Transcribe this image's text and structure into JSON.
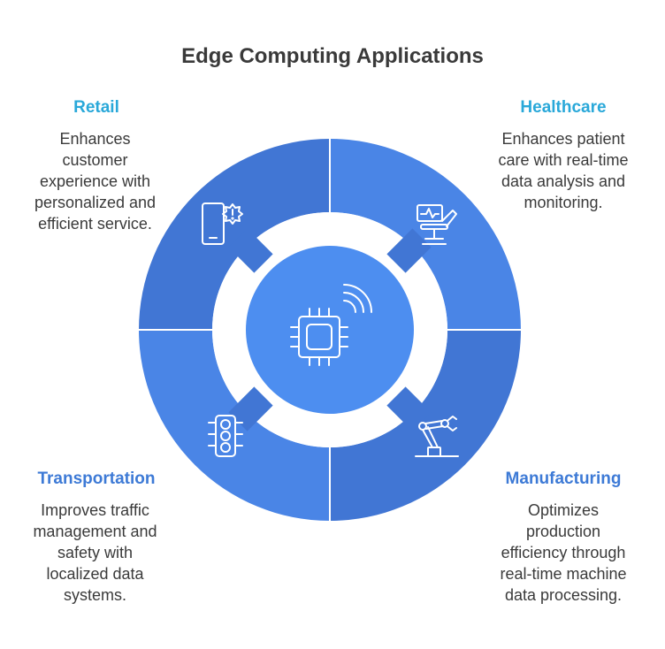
{
  "title": "Edge Computing Applications",
  "colors": {
    "ring_dark": "#4176d4",
    "ring_light": "#4a85e6",
    "center": "#4d8ef0",
    "retail_heading": "#29a8d9",
    "healthcare_heading": "#29a8d9",
    "transportation_heading": "#3d7ad6",
    "manufacturing_heading": "#3d7ad6",
    "text": "#3a3a3a"
  },
  "center": {
    "icon": "chip-wireless-icon"
  },
  "quadrants": {
    "retail": {
      "heading": "Retail",
      "description": "Enhances customer experience with personalized and efficient service.",
      "lines": [
        "Enhances",
        "customer",
        "experience with",
        "personalized and",
        "efficient service."
      ],
      "icon": "smartphone-alert-icon"
    },
    "healthcare": {
      "heading": "Healthcare",
      "description": "Enhances patient care with real-time data analysis and monitoring.",
      "lines": [
        "Enhances patient",
        "care with real-time",
        "data analysis and",
        "monitoring."
      ],
      "icon": "medical-monitor-icon"
    },
    "transportation": {
      "heading": "Transportation",
      "description": "Improves traffic management and safety with localized data systems.",
      "lines": [
        "Improves traffic",
        "management and",
        "safety with",
        "localized data",
        "systems."
      ],
      "icon": "traffic-light-icon"
    },
    "manufacturing": {
      "heading": "Manufacturing",
      "description": "Optimizes production efficiency through real-time machine data processing.",
      "lines": [
        "Optimizes",
        "production",
        "efficiency through",
        "real-time machine",
        "data processing."
      ],
      "icon": "robotic-arm-icon"
    }
  }
}
